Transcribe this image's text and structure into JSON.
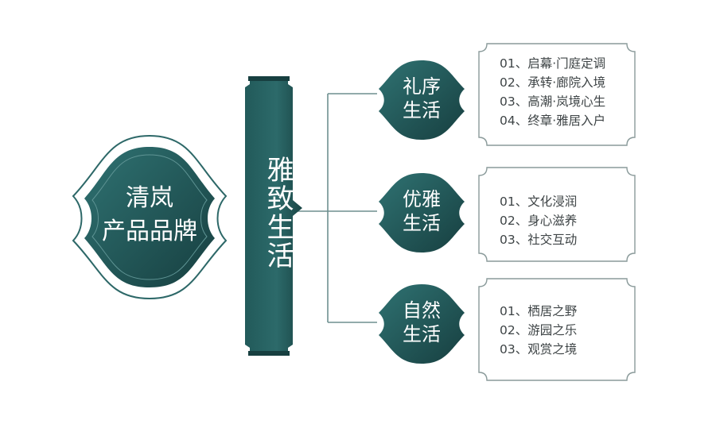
{
  "root": {
    "line1": "清岚",
    "line2": "产品品牌"
  },
  "banner": {
    "label": "雅致生活"
  },
  "colors": {
    "teal_dark": "#1c4a4a",
    "teal_light": "#2f7272",
    "line": "#6e8f8f",
    "panel_border": "#8a9a9a",
    "text": "#3e4446"
  },
  "branches": [
    {
      "line1": "礼序",
      "line2": "生活",
      "items": [
        "01、启幕·门庭定调",
        "02、承转·廊院入境",
        "03、高潮·岚境心生",
        "04、终章·雅居入户"
      ]
    },
    {
      "line1": "优雅",
      "line2": "生活",
      "items": [
        "01、文化浸润",
        "02、身心滋养",
        "03、社交互动"
      ]
    },
    {
      "line1": "自然",
      "line2": "生活",
      "items": [
        "01、栖居之野",
        "02、游园之乐",
        "03、观赏之境"
      ]
    }
  ]
}
